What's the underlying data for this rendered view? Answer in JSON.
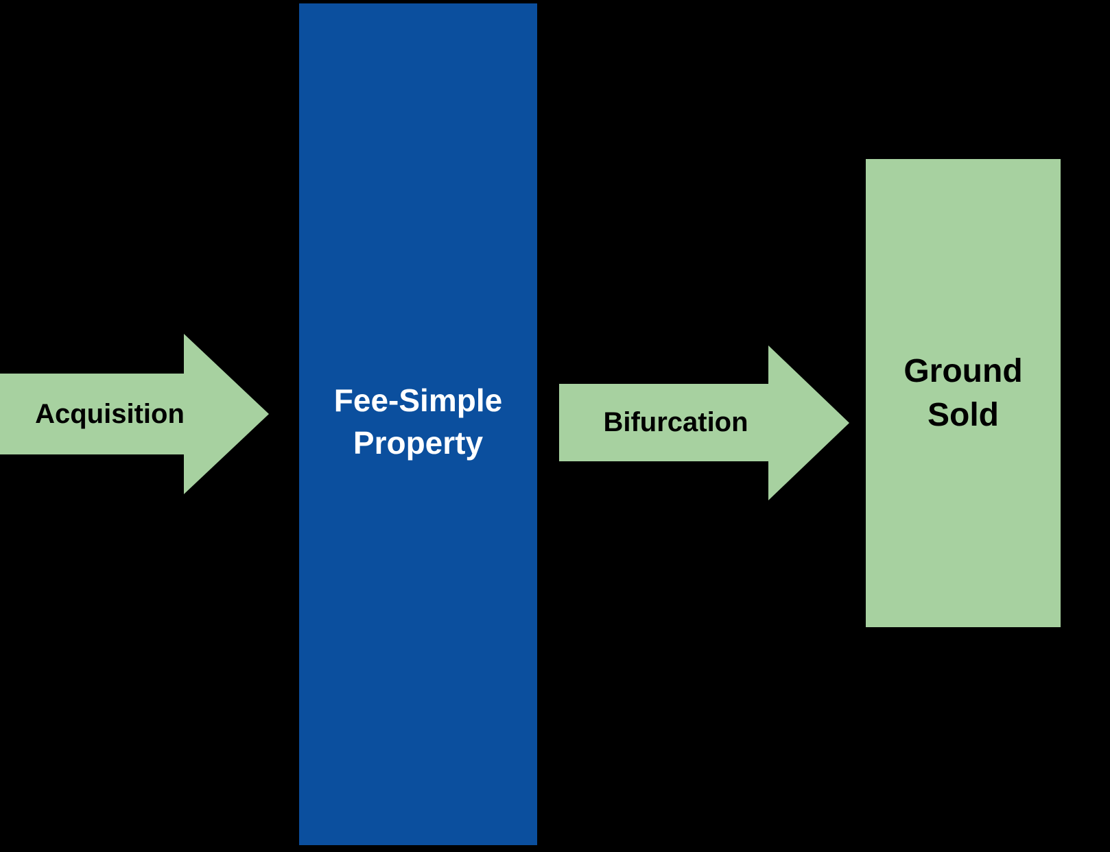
{
  "diagram": {
    "background_color": "#000000",
    "arrow_color": "#A7D1A0",
    "arrows": [
      {
        "id": "acquisition",
        "label": "Acquisition",
        "direction": "right",
        "fill": "#A7D1A0",
        "text_color": "#000000"
      },
      {
        "id": "bifurcation",
        "label": "Bifurcation",
        "direction": "right",
        "fill": "#A7D1A0",
        "text_color": "#000000"
      }
    ],
    "nodes": [
      {
        "id": "fee-simple-property",
        "label": "Fee-Simple Property",
        "line1": "Fee-Simple",
        "line2": "Property",
        "fill": "#0B4F9E",
        "text_color": "#FFFFFF"
      },
      {
        "id": "ground-sold",
        "label": "Ground Sold",
        "line1": "Ground",
        "line2": "Sold",
        "fill": "#A7D1A0",
        "text_color": "#000000"
      }
    ]
  }
}
